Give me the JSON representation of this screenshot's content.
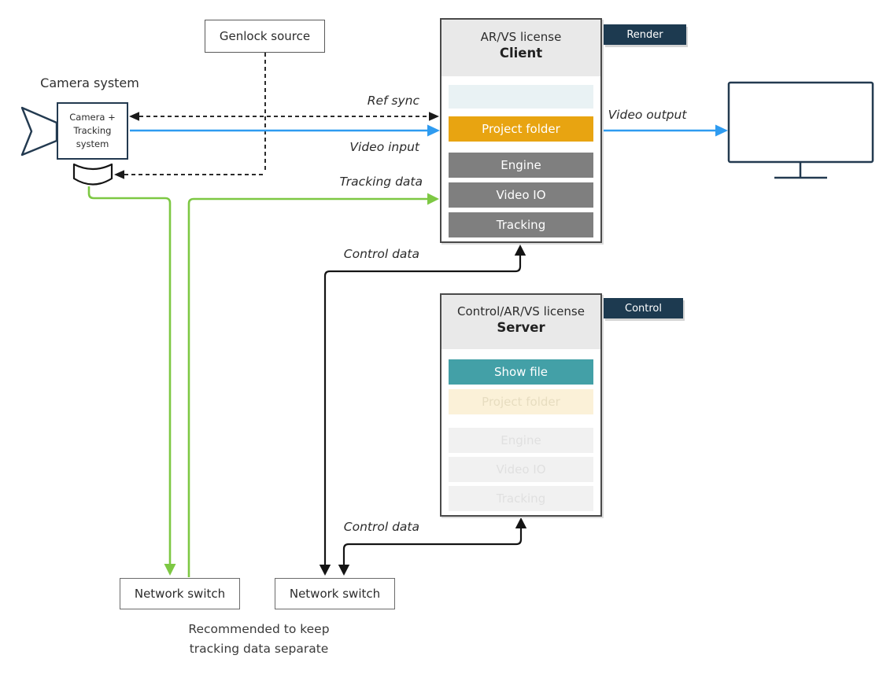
{
  "colors": {
    "navy": "#1d3a50",
    "blue": "#2e9bf0",
    "green": "#7dc843",
    "orange": "#e8a411",
    "teal": "#43a0a7",
    "gray_row": "#7f7f7f"
  },
  "camera": {
    "title": "Camera system",
    "box_lines": [
      "Camera +",
      "Tracking",
      "system"
    ]
  },
  "genlock": {
    "label": "Genlock source"
  },
  "client": {
    "header_line1": "AR/VS license",
    "header_line2": "Client",
    "badge": "Render",
    "rows": [
      {
        "label": "",
        "type": "empty"
      },
      {
        "label": "Project folder",
        "type": "orange"
      },
      {
        "label": "Engine",
        "type": "gray"
      },
      {
        "label": "Video IO",
        "type": "gray"
      },
      {
        "label": "Tracking",
        "type": "gray"
      }
    ]
  },
  "server": {
    "header_line1": "Control/AR/VS license",
    "header_line2": "Server",
    "badge": "Control",
    "rows": [
      {
        "label": "Show file",
        "type": "teal"
      },
      {
        "label": "Project folder",
        "type": "faded-orange"
      },
      {
        "label": "Engine",
        "type": "faded"
      },
      {
        "label": "Video IO",
        "type": "faded"
      },
      {
        "label": "Tracking",
        "type": "faded"
      }
    ]
  },
  "labels": {
    "ref_sync": "Ref sync",
    "video_input": "Video input",
    "tracking_data": "Tracking data",
    "control_data_top": "Control data",
    "control_data_bottom": "Control data",
    "video_output": "Video output"
  },
  "switches": {
    "left": "Network switch",
    "right": "Network switch"
  },
  "note_lines": [
    "Recommended to keep",
    "tracking data separate"
  ]
}
